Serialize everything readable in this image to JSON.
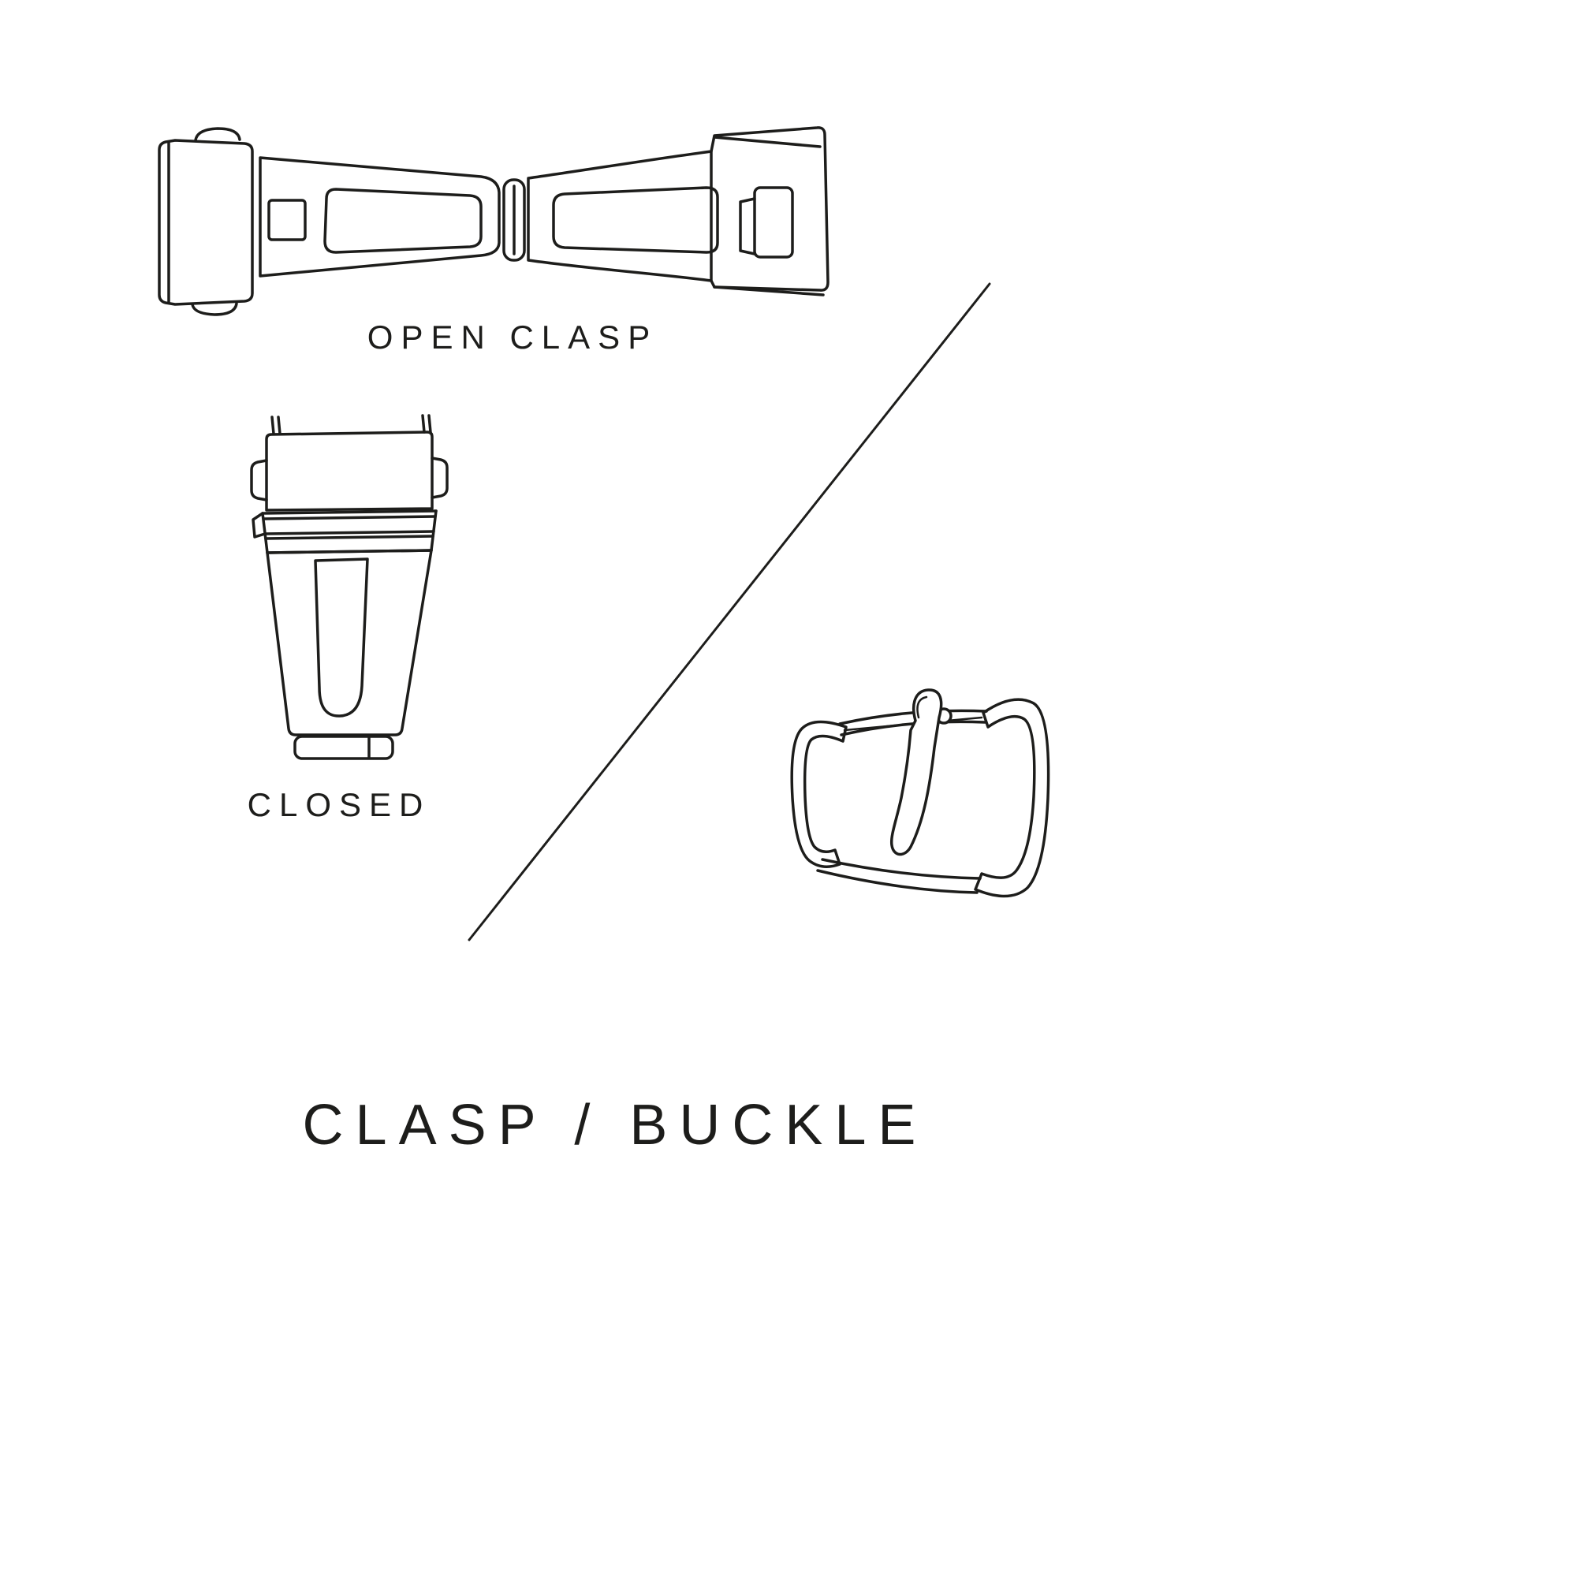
{
  "canvas": {
    "background": "#ffffff",
    "ink": "#1d1d1b"
  },
  "title": {
    "text": "CLASP / BUCKLE"
  },
  "figures": {
    "open_clasp": {
      "label": "OPEN CLASP",
      "illustration": "open-clasp-drawing"
    },
    "closed_clasp": {
      "label": "CLOSED",
      "illustration": "closed-clasp-drawing"
    },
    "pin_buckle": {
      "illustration": "pin-buckle-drawing"
    }
  },
  "divider": {
    "illustration": "diagonal-divider-line"
  }
}
